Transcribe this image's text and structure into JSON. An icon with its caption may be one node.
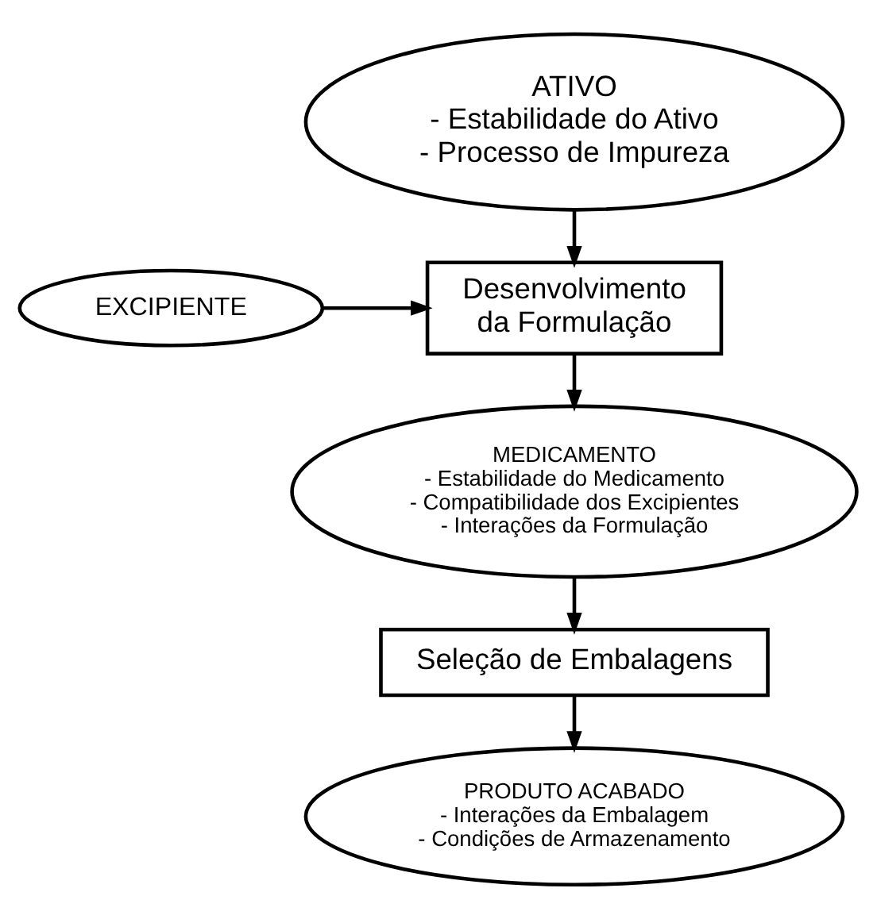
{
  "diagram": {
    "nodes": [
      {
        "text": [
          "ATIVO",
          "- Estabilidade do Ativo",
          "- Processo de Impureza"
        ]
      },
      {
        "text": [
          "EXCIPIENTE"
        ]
      },
      {
        "text": [
          "Desenvolvimento da Formulação"
        ]
      },
      {
        "text": [
          "MEDICAMENTO",
          "- Estabilidade do Medicamento",
          "- Compatibilidade dos Excipientes",
          "- Interações da Formulação"
        ]
      },
      {
        "text": [
          "Seleção de Embalagens"
        ]
      },
      {
        "text": [
          "PRODUTO ACABADO",
          "- Interações da Embalagem",
          "- Condições de Armazenamento"
        ]
      }
    ],
    "edges": [
      {
        "from": 0,
        "to": 2,
        "arrow": "to"
      },
      {
        "from": 1,
        "to": 2,
        "arrow": "to"
      },
      {
        "from": 2,
        "to": 3,
        "arrow": "to"
      },
      {
        "from": 3,
        "to": 4,
        "arrow": "to"
      },
      {
        "from": 4,
        "to": 5,
        "arrow": "to"
      }
    ]
  }
}
